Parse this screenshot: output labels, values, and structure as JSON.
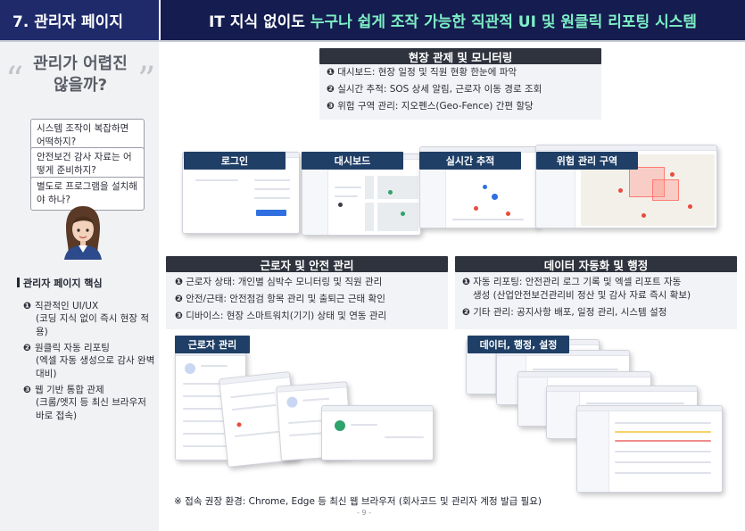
{
  "header": {
    "section_title": "7. 관리자 페이지",
    "headline_plain": "IT 지식 없이도 ",
    "headline_accent": "누구나 쉽게 조작 가능한 직관적 UI 및 원클릭 리포팅 시스템"
  },
  "sidebar": {
    "quote_open": "“",
    "quote_close": "”",
    "question": "관리가 어렵진 않을까?",
    "bubbles": [
      "시스템 조작이 복잡하면 어떡하지?",
      "안전보건 감사 자료는 어떻게 준비하지?",
      "별도로 프로그램을 설치해야 하나?"
    ],
    "core_title": "관리자 페이지 핵심",
    "core_items": [
      {
        "num": "❶",
        "title": "직관적인 UI/UX",
        "detail": "(코딩 지식 없이 즉시 현장 적용)"
      },
      {
        "num": "❷",
        "title": "원클릭 자동 리포팅",
        "detail": "(엑셀 자동 생성으로 감사 완벽 대비)"
      },
      {
        "num": "❸",
        "title": "웹 기반 통합 관제",
        "detail": "(크롬/엣지 등 최신 브라우저 바로 접속)"
      }
    ]
  },
  "monitoring": {
    "title": "현장 관제 및 모니터링",
    "items": [
      {
        "num": "❶",
        "text": "대시보드: 현장 일정 및 직원 현황 한눈에 파악"
      },
      {
        "num": "❷",
        "text": "실시간 추적: SOS 상세 알림, 근로자 이동 경로 조회"
      },
      {
        "num": "❸",
        "text": "위험 구역 관리: 지오펜스(Geo-Fence) 간편 할당"
      }
    ],
    "screens": [
      "로그인",
      "대시보드",
      "실시간 추적",
      "위험 관리 구역"
    ]
  },
  "workers": {
    "title": "근로자 및 안전 관리",
    "items": [
      {
        "num": "❶",
        "text": "근로자 상태: 개인별 심박수 모니터링 및 직원 관리"
      },
      {
        "num": "❷",
        "text": "안전/근태: 안전점검 항목 관리 및 출퇴근 근태 확인"
      },
      {
        "num": "❸",
        "text": "디바이스: 현장 스마트워치(기기) 상태 및 연동 관리"
      }
    ],
    "tag": "근로자 관리"
  },
  "automation": {
    "title": "데이터 자동화 및 행정",
    "items": [
      {
        "num": "❶",
        "text": "자동 리포팅: 안전관리 로그 기록 및 엑셀 리포트 자동",
        "text2": "생성 (산업안전보건관리비 정산 및 감사 자료 즉시 확보)"
      },
      {
        "num": "❷",
        "text": "기타 관리: 공지사항 배포, 일정 관리, 시스템 설정",
        "text2": ""
      }
    ],
    "tag": "데이터, 행정, 설정"
  },
  "footer": {
    "note": "※ 접속 권장 환경: Chrome, Edge 등 최신 웹 브라우저 (회사코드 및 관리자 계정 발급 필요)",
    "page": "- 9 -"
  },
  "colors": {
    "accent_text": "#7ef0c6",
    "header_navy": "#151c4f",
    "section_dark": "#2f333d",
    "tag_blue": "#1f3f66"
  }
}
